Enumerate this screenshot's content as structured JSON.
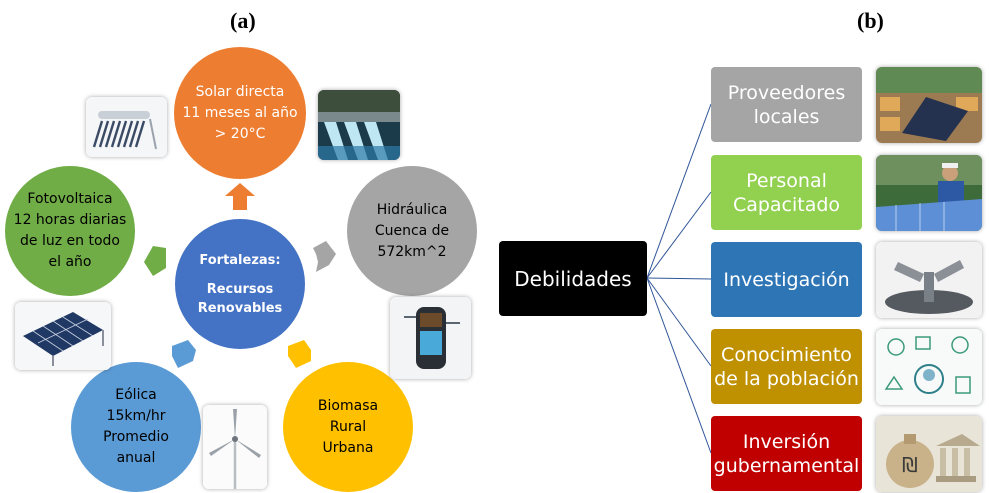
{
  "panel_a": {
    "label": "(a)",
    "center": {
      "line1": "Fortalezas:",
      "line2": "Recursos",
      "line3": "Renovables"
    },
    "nodes": {
      "solar": {
        "lines": [
          "Solar directa",
          "11 meses al año",
          "> 20°C"
        ],
        "color": "#ED7D31"
      },
      "hidraulica": {
        "lines": [
          "Hidráulica",
          "Cuenca de",
          "572km^2"
        ],
        "color": "#A5A5A5"
      },
      "biomasa": {
        "lines": [
          "Biomasa",
          "Rural",
          "Urbana"
        ],
        "color": "#FFC000"
      },
      "eolica": {
        "lines": [
          "Eólica",
          "15km/hr",
          "Promedio",
          "anual"
        ],
        "color": "#5B9BD5"
      },
      "fotovoltaica": {
        "lines": [
          "Fotovoltaica",
          "12 horas diarias",
          "de luz en todo",
          "el año"
        ],
        "color": "#70AD47"
      }
    },
    "center_color": "#4472C4"
  },
  "panel_b": {
    "label": "(b)",
    "root": "Debilidades",
    "items": [
      {
        "lines": [
          "Proveedores",
          "locales"
        ],
        "color": "#A5A5A5"
      },
      {
        "lines": [
          "Personal",
          "Capacitado"
        ],
        "color": "#92D050"
      },
      {
        "lines": [
          "Investigación"
        ],
        "color": "#2E75B6"
      },
      {
        "lines": [
          "Conocimiento",
          "de la población"
        ],
        "color": "#BF9000"
      },
      {
        "lines": [
          "Inversión",
          "gubernamental"
        ],
        "color": "#C00000"
      }
    ]
  }
}
